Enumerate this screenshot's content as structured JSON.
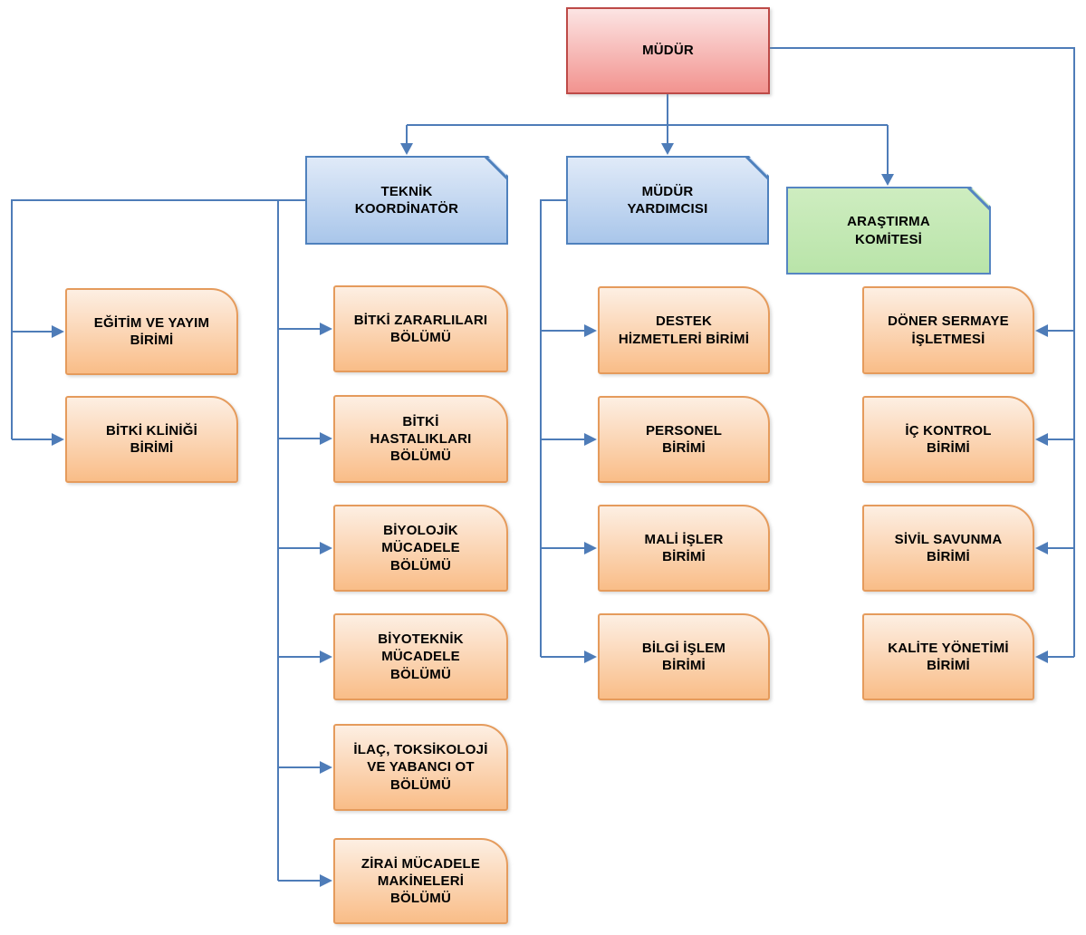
{
  "palette": {
    "connector": "#4E7CB8",
    "root_border": "#BD4A47",
    "root_fill_top": "#FCE4E3",
    "root_fill_bottom": "#F2938F",
    "manager_border": "#4F81BD",
    "manager_fill_top": "#E0EAF8",
    "manager_fill_bottom": "#A9C6EA",
    "committee_border": "#5585C2",
    "committee_fill_top": "#CEEDC0",
    "committee_fill_bottom": "#B9E4A9",
    "unit_border": "#E59B5C",
    "unit_fill_top": "#FDEFE3",
    "unit_fill_bottom": "#F9BD88"
  },
  "nodes": {
    "mudur": {
      "label": "MÜDÜR"
    },
    "teknik_koordinator": {
      "label": "TEKNİK\nKOORDİNATÖR"
    },
    "mudur_yardimcisi": {
      "label": "MÜDÜR\nYARDIMCISI"
    },
    "arastirma_komitesi": {
      "label": "ARAŞTIRMA\nKOMİTESİ"
    },
    "egitim_ve_yayim": {
      "label": "EĞİTİM VE YAYIM\nBİRİMİ"
    },
    "bitki_klinigi": {
      "label": "BİTKİ KLİNİĞİ\nBİRİMİ"
    },
    "bitki_zararlilari": {
      "label": "BİTKİ ZARARLILARI\nBÖLÜMÜ"
    },
    "bitki_hastaliklari": {
      "label": "BİTKİ\nHASTALIKLARI\nBÖLÜMÜ"
    },
    "biyolojik_mucadele": {
      "label": "BİYOLOJİK\nMÜCADELE\nBÖLÜMÜ"
    },
    "biyoteknik_mucadele": {
      "label": "BİYOTEKNİK\nMÜCADELE\nBÖLÜMÜ"
    },
    "ilac_toksikoloji": {
      "label": "İLAÇ, TOKSİKOLOJİ\nVE YABANCI OT\nBÖLÜMÜ"
    },
    "zirai_mucadele_makineleri": {
      "label": "ZİRAİ MÜCADELE\nMAKİNELERİ\nBÖLÜMÜ"
    },
    "destek_hizmetleri": {
      "label": "DESTEK\nHİZMETLERİ BİRİMİ"
    },
    "personel": {
      "label": "PERSONEL\nBİRİMİ"
    },
    "mali_isler": {
      "label": "MALİ İŞLER\nBİRİMİ"
    },
    "bilgi_islem": {
      "label": "BİLGİ İŞLEM\nBİRİMİ"
    },
    "doner_sermaye": {
      "label": "DÖNER SERMAYE\nİŞLETMESİ"
    },
    "ic_kontrol": {
      "label": "İÇ KONTROL\nBİRİMİ"
    },
    "sivil_savunma": {
      "label": "SİVİL SAVUNMA\nBİRİMİ"
    },
    "kalite_yonetimi": {
      "label": "KALİTE YÖNETİMİ\nBİRİMİ"
    }
  }
}
